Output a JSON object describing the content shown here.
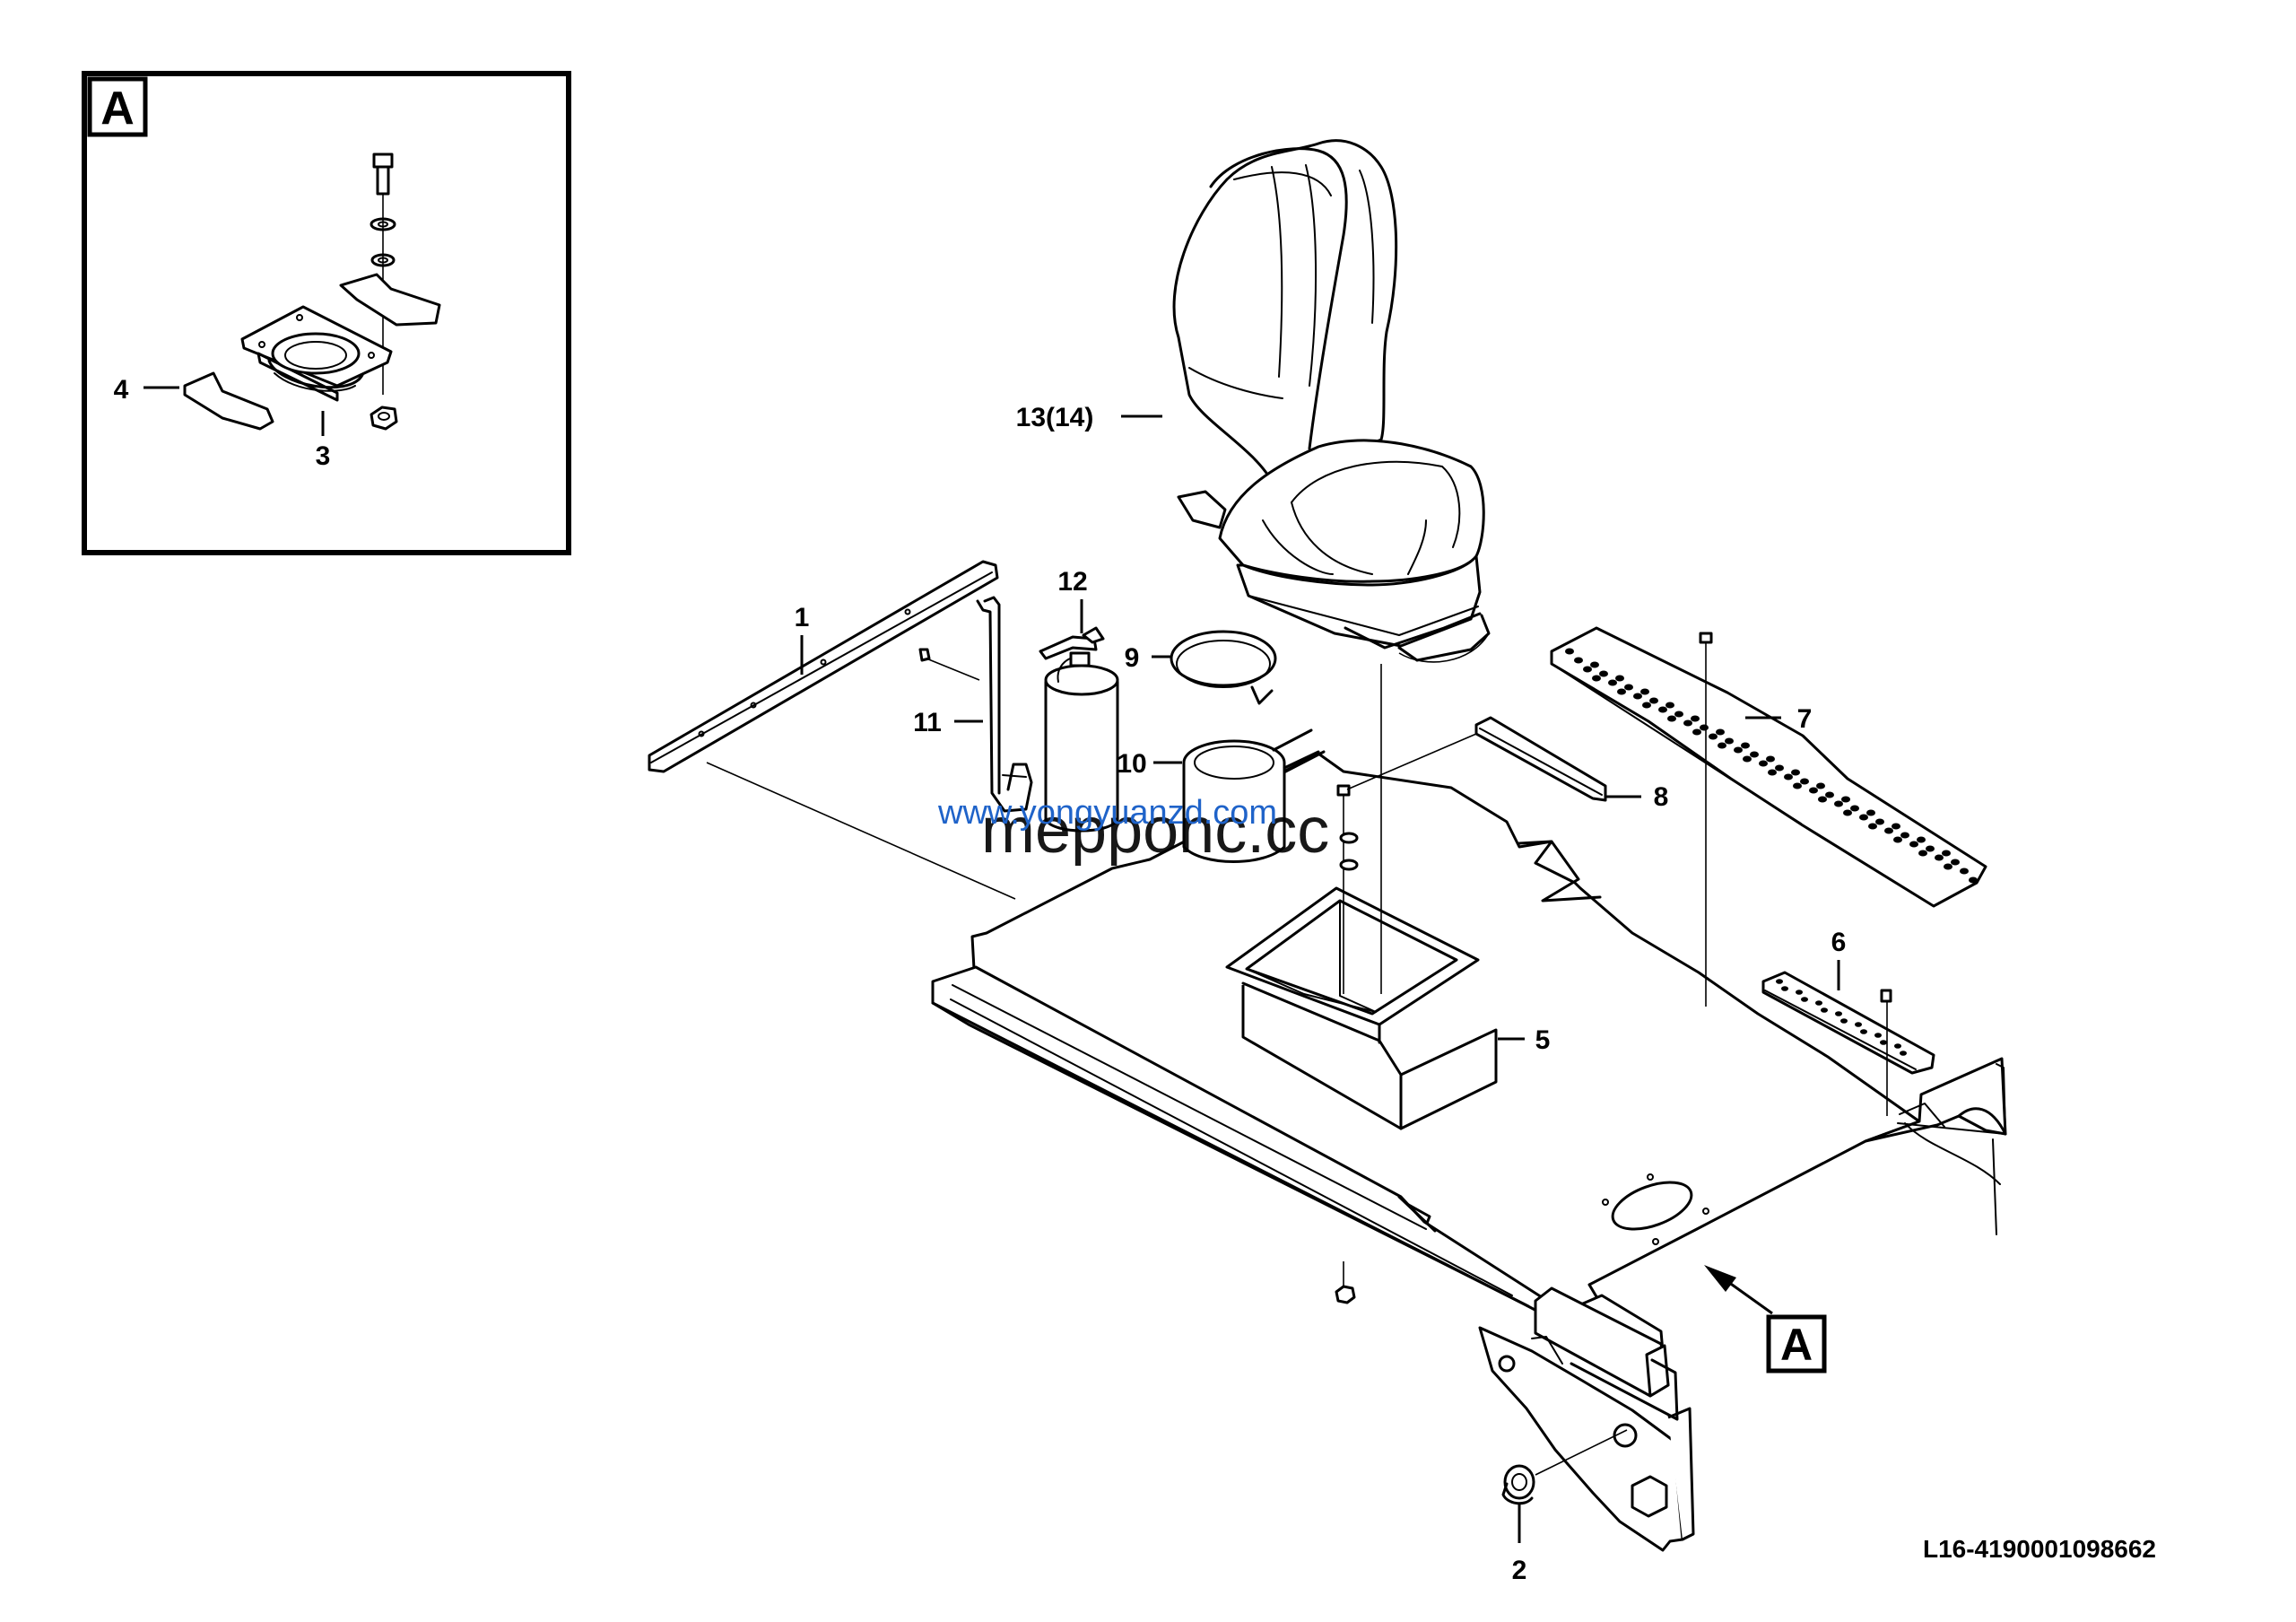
{
  "drawing": {
    "code": "L16-4190001098662",
    "view_letter": "A",
    "watermark_url": "www.yongyuanzd.com",
    "watermark_overlay": "mepponc.cc"
  },
  "inset": {
    "label": "A",
    "callouts": [
      {
        "id": "4",
        "label": "4"
      },
      {
        "id": "3",
        "label": "3"
      }
    ]
  },
  "callouts": [
    {
      "id": "1",
      "label": "1"
    },
    {
      "id": "2",
      "label": "2"
    },
    {
      "id": "5",
      "label": "5"
    },
    {
      "id": "6",
      "label": "6"
    },
    {
      "id": "7",
      "label": "7"
    },
    {
      "id": "8",
      "label": "8"
    },
    {
      "id": "9",
      "label": "9"
    },
    {
      "id": "10",
      "label": "10"
    },
    {
      "id": "11",
      "label": "11"
    },
    {
      "id": "12",
      "label": "12"
    },
    {
      "id": "13",
      "label": "13(14)"
    }
  ],
  "view_marker": {
    "label": "A"
  }
}
